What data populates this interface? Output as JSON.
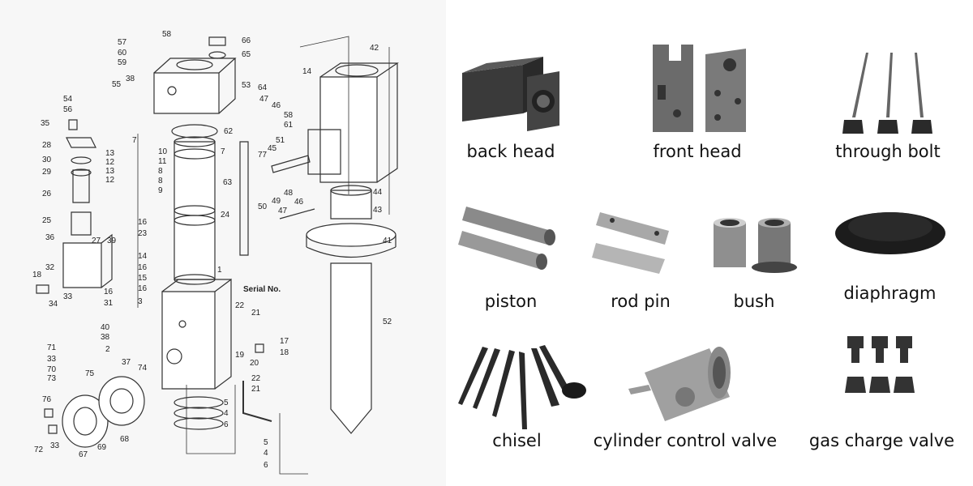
{
  "diagram": {
    "serial_label": "Serial No.",
    "callouts": [
      "57",
      "58",
      "60",
      "59",
      "66",
      "65",
      "53",
      "55",
      "38",
      "54",
      "56",
      "35",
      "62",
      "7",
      "28",
      "30",
      "29",
      "26",
      "25",
      "13",
      "12",
      "10",
      "11",
      "8",
      "9",
      "24",
      "63",
      "16",
      "23",
      "36",
      "27",
      "39",
      "32",
      "18",
      "34",
      "33",
      "31",
      "14",
      "15",
      "1",
      "40",
      "2",
      "37",
      "74",
      "71",
      "70",
      "73",
      "75",
      "76",
      "72",
      "67",
      "69",
      "68",
      "5",
      "4",
      "6",
      "22",
      "21",
      "17",
      "19",
      "20",
      "42",
      "64",
      "47",
      "46",
      "61",
      "51",
      "45",
      "77",
      "48",
      "49",
      "50",
      "44",
      "43",
      "41",
      "52"
    ]
  },
  "parts": [
    {
      "key": "back_head",
      "label": "back head",
      "icon": "back-head-image"
    },
    {
      "key": "front_head",
      "label": "front head",
      "icon": "front-head-image"
    },
    {
      "key": "through_bolt",
      "label": "through bolt",
      "icon": "through-bolt-image"
    },
    {
      "key": "piston",
      "label": "piston",
      "icon": "piston-image"
    },
    {
      "key": "rod_pin",
      "label": "rod pin",
      "icon": "rod-pin-image"
    },
    {
      "key": "bush",
      "label": "bush",
      "icon": "bush-image"
    },
    {
      "key": "diaphragm",
      "label": "diaphragm",
      "icon": "diaphragm-image"
    },
    {
      "key": "chisel",
      "label": "chisel",
      "icon": "chisel-image"
    },
    {
      "key": "cylinder_control_valve",
      "label": "cylinder control valve",
      "icon": "cylinder-control-valve-image"
    },
    {
      "key": "gas_charge_valve",
      "label": "gas charge valve",
      "icon": "gas-charge-valve-image"
    }
  ]
}
